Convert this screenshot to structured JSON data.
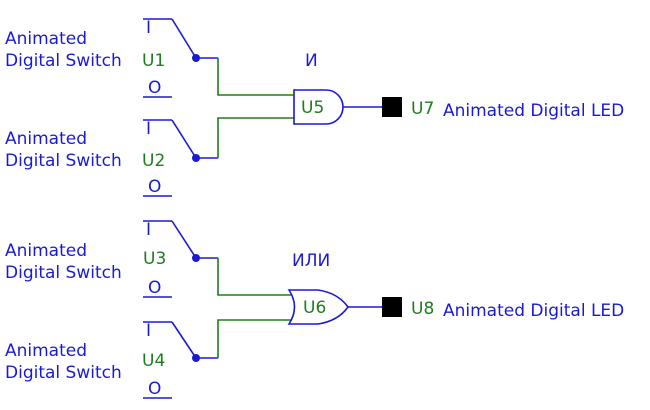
{
  "switches": [
    {
      "line1": "Animated",
      "line2": "Digital Switch",
      "ref": "U1"
    },
    {
      "line1": "Animated",
      "line2": "Digital Switch",
      "ref": "U2"
    },
    {
      "line1": "Animated",
      "line2": "Digital Switch",
      "ref": "U3"
    },
    {
      "line1": "Animated",
      "line2": "Digital Switch",
      "ref": "U4"
    }
  ],
  "switch_marks": {
    "on": "I",
    "off": "O"
  },
  "gates": [
    {
      "ref": "U5",
      "type": "AND",
      "caption": "И"
    },
    {
      "ref": "U6",
      "type": "OR",
      "caption": "ИЛИ"
    }
  ],
  "leds": [
    {
      "ref": "U7",
      "label": "Animated Digital LED",
      "state": "on"
    },
    {
      "ref": "U8",
      "label": "Animated Digital LED",
      "state": "on"
    }
  ],
  "colors": {
    "component": "#1a1ad6",
    "wire": "#1e7d1e",
    "ref": "#1e7d1e",
    "led": "#000000"
  }
}
